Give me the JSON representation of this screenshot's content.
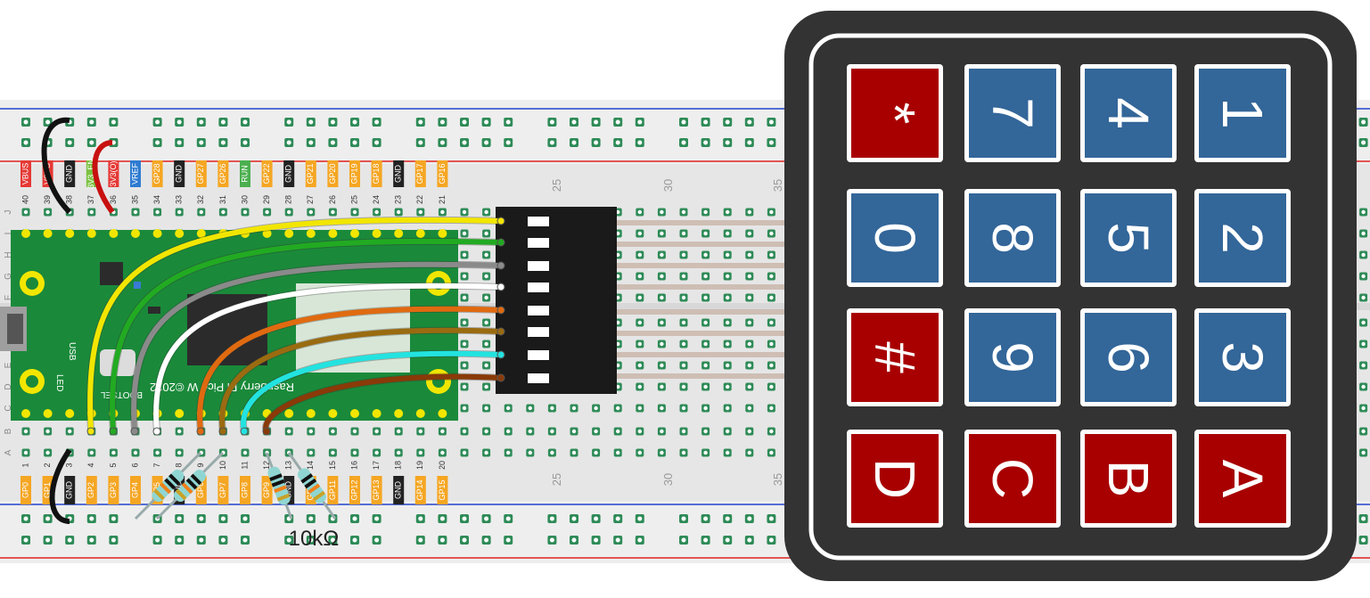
{
  "diagram": {
    "resistor_label": "10kΩ",
    "column_numbers": [
      "25",
      "30",
      "35"
    ],
    "row_letters_top": [
      "J",
      "I",
      "H",
      "G",
      "F"
    ],
    "row_letters_bottom": [
      "E",
      "D",
      "C",
      "B",
      "A"
    ]
  },
  "pico": {
    "top_pins": [
      {
        "num": "40",
        "label": "VBUS",
        "color": "#e53935"
      },
      {
        "num": "39",
        "label": "VSYS",
        "color": "#e53935"
      },
      {
        "num": "38",
        "label": "GND",
        "color": "#222222"
      },
      {
        "num": "37",
        "label": "3V3_EN",
        "color": "#7cc242"
      },
      {
        "num": "36",
        "label": "3V3(O)",
        "color": "#e53935"
      },
      {
        "num": "35",
        "label": "VREF",
        "color": "#2e7bd1"
      },
      {
        "num": "34",
        "label": "GP28",
        "color": "#f5a623"
      },
      {
        "num": "33",
        "label": "GND",
        "color": "#222222"
      },
      {
        "num": "32",
        "label": "GP27",
        "color": "#f5a623"
      },
      {
        "num": "31",
        "label": "GP26",
        "color": "#f5a623"
      },
      {
        "num": "30",
        "label": "RUN",
        "color": "#4caf50"
      },
      {
        "num": "29",
        "label": "GP22",
        "color": "#f5a623"
      },
      {
        "num": "28",
        "label": "GND",
        "color": "#222222"
      },
      {
        "num": "27",
        "label": "GP21",
        "color": "#f5a623"
      },
      {
        "num": "26",
        "label": "GP20",
        "color": "#f5a623"
      },
      {
        "num": "25",
        "label": "GP19",
        "color": "#f5a623"
      },
      {
        "num": "24",
        "label": "GP18",
        "color": "#f5a623"
      },
      {
        "num": "23",
        "label": "GND",
        "color": "#222222"
      },
      {
        "num": "22",
        "label": "GP17",
        "color": "#f5a623"
      },
      {
        "num": "21",
        "label": "GP16",
        "color": "#f5a623"
      }
    ],
    "bottom_pins": [
      {
        "num": "1",
        "label": "GP0",
        "color": "#f5a623"
      },
      {
        "num": "2",
        "label": "GP1",
        "color": "#f5a623"
      },
      {
        "num": "3",
        "label": "GND",
        "color": "#222222"
      },
      {
        "num": "4",
        "label": "GP2",
        "color": "#f5a623"
      },
      {
        "num": "5",
        "label": "GP3",
        "color": "#f5a623"
      },
      {
        "num": "6",
        "label": "GP4",
        "color": "#f5a623"
      },
      {
        "num": "7",
        "label": "GP5",
        "color": "#f5a623"
      },
      {
        "num": "8",
        "label": "GND",
        "color": "#222222"
      },
      {
        "num": "9",
        "label": "GP6",
        "color": "#f5a623"
      },
      {
        "num": "10",
        "label": "GP7",
        "color": "#f5a623"
      },
      {
        "num": "11",
        "label": "GP8",
        "color": "#f5a623"
      },
      {
        "num": "12",
        "label": "GP9",
        "color": "#f5a623"
      },
      {
        "num": "13",
        "label": "GND",
        "color": "#222222"
      },
      {
        "num": "14",
        "label": "GP10",
        "color": "#f5a623"
      },
      {
        "num": "15",
        "label": "GP11",
        "color": "#f5a623"
      },
      {
        "num": "16",
        "label": "GP12",
        "color": "#f5a623"
      },
      {
        "num": "17",
        "label": "GP13",
        "color": "#f5a623"
      },
      {
        "num": "18",
        "label": "GND",
        "color": "#222222"
      },
      {
        "num": "19",
        "label": "GP14",
        "color": "#f5a623"
      },
      {
        "num": "20",
        "label": "GP15",
        "color": "#f5a623"
      }
    ],
    "board_texts": {
      "usb": "USB",
      "led": "LED",
      "bootsel": "BOOTSEL",
      "name": "Raspberry Pi Pico W ©2022"
    }
  },
  "keypad": {
    "keys": [
      {
        "label": "*",
        "color": "#a80000"
      },
      {
        "label": "7",
        "color": "#336699"
      },
      {
        "label": "4",
        "color": "#336699"
      },
      {
        "label": "1",
        "color": "#336699"
      },
      {
        "label": "0",
        "color": "#336699"
      },
      {
        "label": "8",
        "color": "#336699"
      },
      {
        "label": "5",
        "color": "#336699"
      },
      {
        "label": "2",
        "color": "#336699"
      },
      {
        "label": "#",
        "color": "#a80000"
      },
      {
        "label": "9",
        "color": "#336699"
      },
      {
        "label": "6",
        "color": "#336699"
      },
      {
        "label": "3",
        "color": "#336699"
      },
      {
        "label": "D",
        "color": "#a80000"
      },
      {
        "label": "C",
        "color": "#a80000"
      },
      {
        "label": "B",
        "color": "#a80000"
      },
      {
        "label": "A",
        "color": "#a80000"
      }
    ]
  },
  "wires": [
    {
      "name": "yellow",
      "color": "#f2e600"
    },
    {
      "name": "green",
      "color": "#22aa22"
    },
    {
      "name": "gray",
      "color": "#8a8a8a"
    },
    {
      "name": "white",
      "color": "#ffffff"
    },
    {
      "name": "orange",
      "color": "#e06a10"
    },
    {
      "name": "brown",
      "color": "#9a6b10"
    },
    {
      "name": "cyan",
      "color": "#22e3e0"
    },
    {
      "name": "dark-brown",
      "color": "#8a3a08"
    }
  ]
}
